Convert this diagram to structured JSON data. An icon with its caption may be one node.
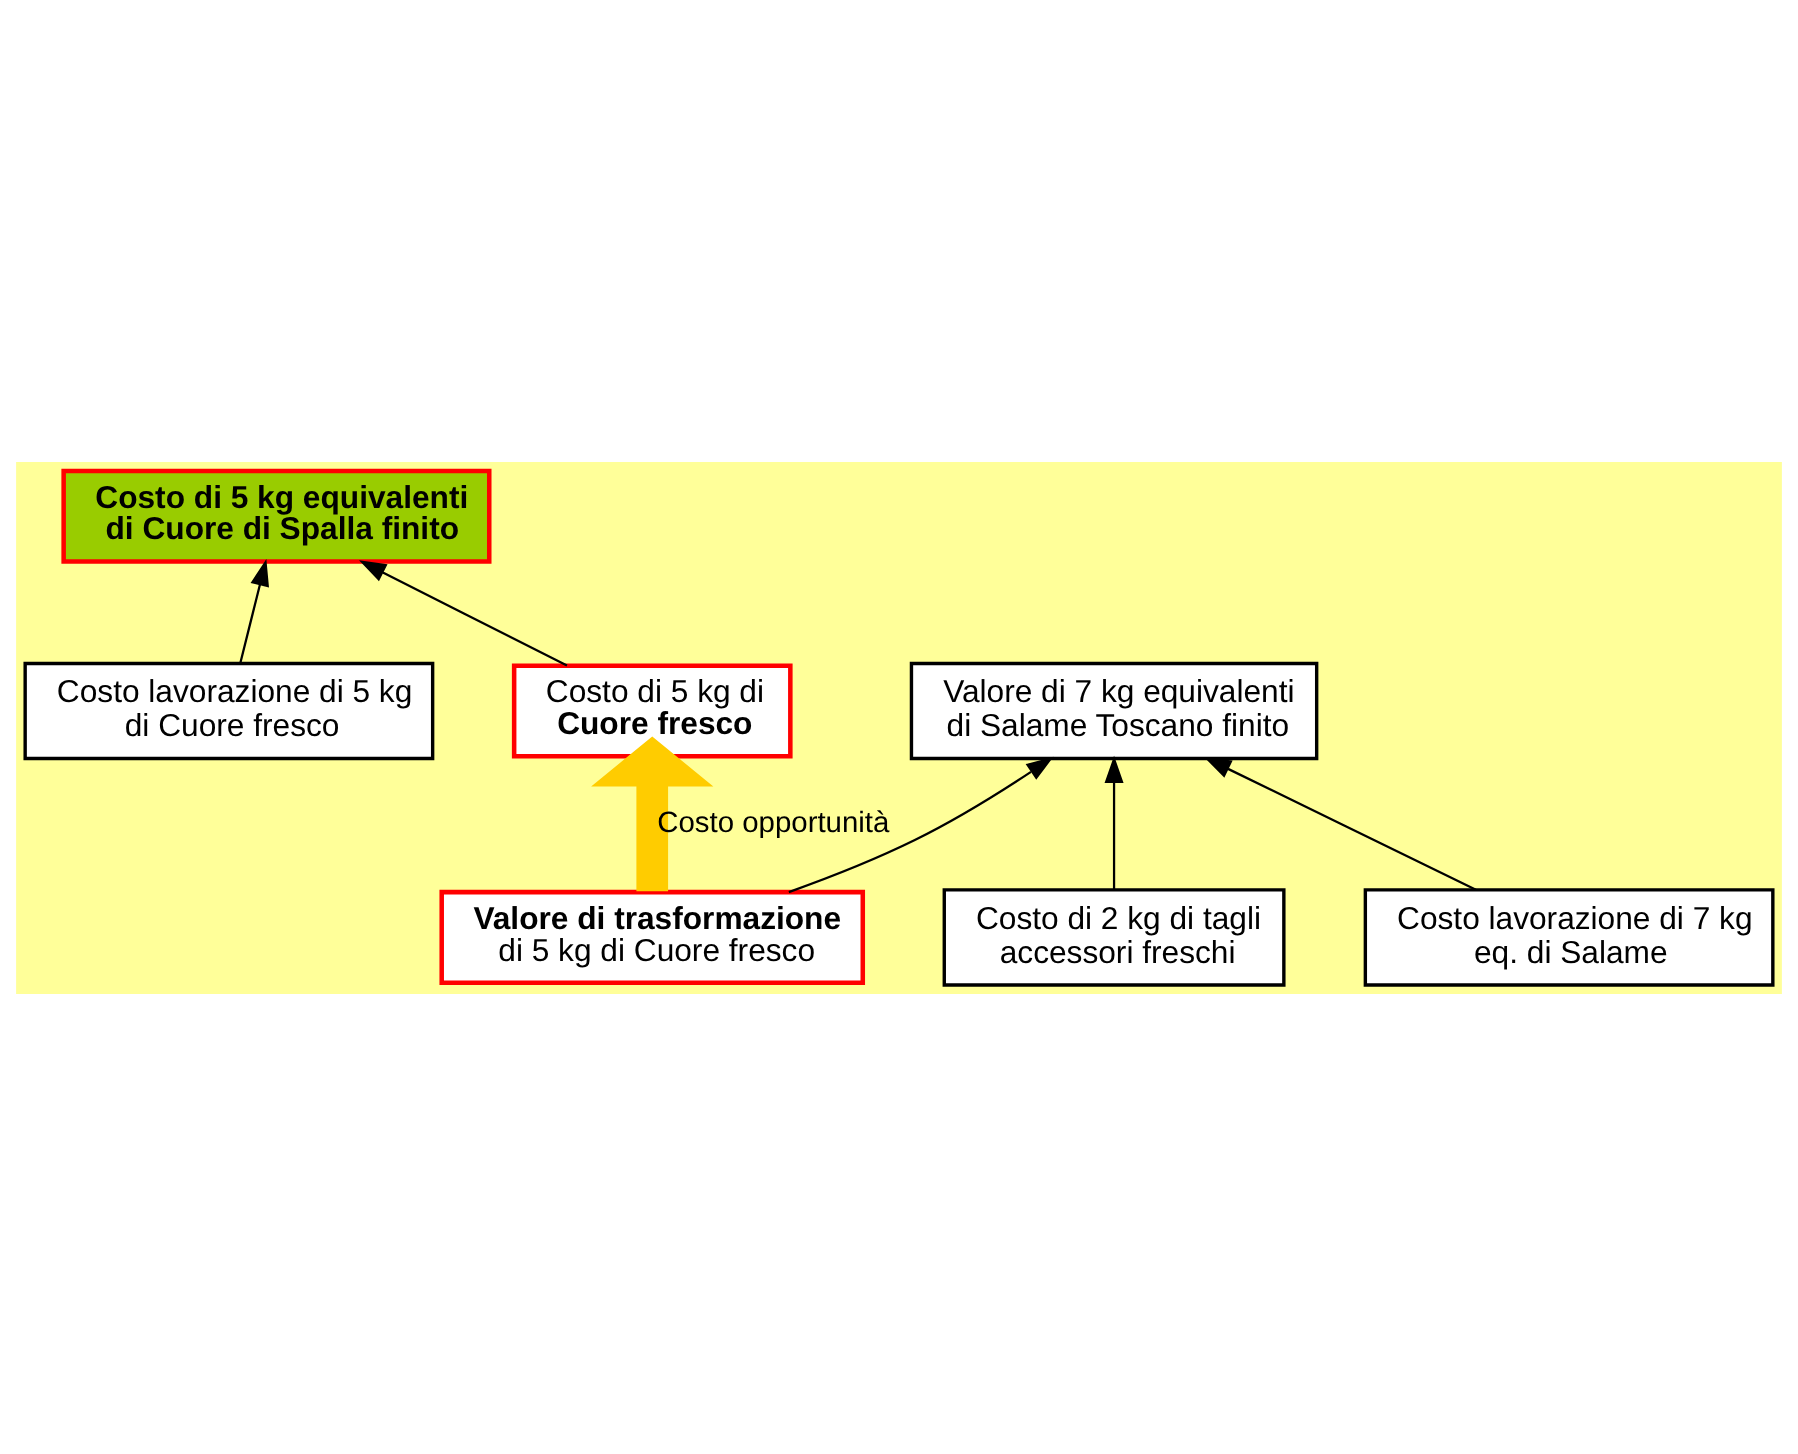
{
  "diagram": {
    "nodes": [
      {
        "text": [
          "Costo di 5 kg equivalenti di Cuore di Spalla finito"
        ]
      },
      {
        "text": [
          "Costo lavorazione di 5 kg di Cuore fresco"
        ]
      },
      {
        "text": [
          "Costo di 5 kg di",
          "Cuore fresco"
        ]
      },
      {
        "text": [
          "Valore di 7 kg equivalenti di Salame Toscano finito"
        ]
      },
      {
        "text": [
          "Costo di 2 kg di tagli accessori freschi"
        ]
      },
      {
        "text": [
          "Costo lavorazione di 7 kg eq. di Salame"
        ]
      },
      {
        "text": [
          "Valore di trasformazione",
          "di 5 kg di Cuore fresco"
        ]
      }
    ],
    "edges": [
      {
        "from": 1,
        "to": 0,
        "arrow": "to"
      },
      {
        "from": 2,
        "to": 0,
        "arrow": "to"
      },
      {
        "from": 4,
        "to": 3,
        "arrow": "to"
      },
      {
        "from": 5,
        "to": 3,
        "arrow": "to"
      },
      {
        "from": 6,
        "to": 3,
        "arrow": "to"
      },
      {
        "from": 6,
        "to": 2,
        "arrow": "to",
        "label": "Costo opportunità",
        "style": "thick",
        "color": "#ffcc00"
      }
    ]
  }
}
